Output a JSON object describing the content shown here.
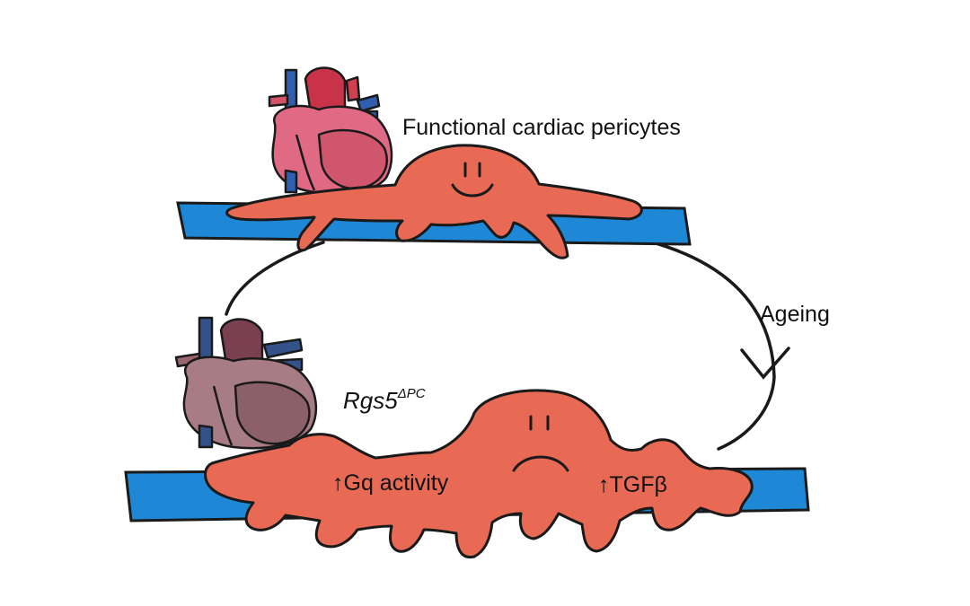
{
  "labels": {
    "top_title": "Functional cardiac pericytes",
    "cycle": "Ageing",
    "genotype_base": "Rgs5",
    "genotype_sup": "ΔPC",
    "arrow_up": "↑",
    "gq": "Gq activity",
    "tgf": "TGFβ"
  },
  "colors": {
    "vessel": "#1e88d6",
    "pericyte": "#e86a55",
    "outline": "#1a1a1a",
    "heart_healthy": "#e06a84",
    "heart_aged": "#a87c84",
    "vein_blue": "#2f5fae",
    "aged_vein": "#34528a"
  },
  "icons": [
    "healthy-heart-icon",
    "aged-heart-icon",
    "cycle-arrow-icon"
  ]
}
